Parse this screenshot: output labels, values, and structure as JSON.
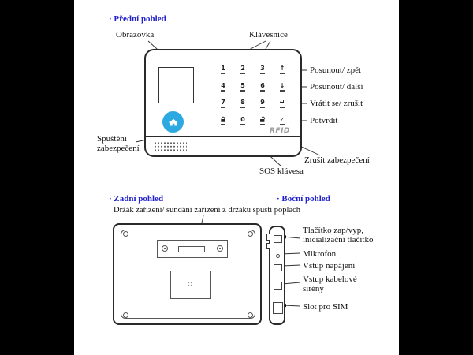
{
  "front": {
    "title": "· Přední pohled",
    "labels": {
      "screen": "Obrazovka",
      "keypad": "Klávesnice",
      "arm": "Spuštění zabezpečení",
      "disarm": "Zrušit zabezpečení",
      "sos": "SOS klávesa"
    },
    "callouts": {
      "up": "Posunout/ zpět",
      "down": "Posunout/ další",
      "back": "Vrátit se/ zrušit",
      "confirm": "Potvrdit"
    },
    "keypad": {
      "r1": [
        "1",
        "2",
        "3",
        "↑"
      ],
      "r2": [
        "4",
        "5",
        "6",
        "↓"
      ],
      "r3": [
        "7",
        "8",
        "9",
        "↵"
      ],
      "r4_zero": "0",
      "r4_confirm": "✓",
      "icons": {
        "arm": "lock-icon",
        "disarm": "unlock-icon"
      }
    },
    "device": {
      "rfid": "RFID",
      "home_icon": "home-icon"
    }
  },
  "rear": {
    "title": "· Zadní pohled",
    "description": "Držák zařízení/ sundání zařízení z držáku spustí poplach"
  },
  "side": {
    "title": "· Boční pohled",
    "callouts": {
      "power_button": "Tlačítko zap/vyp, inicializační tlačítko",
      "mic": "Mikrofon",
      "power_in": "Vstup napájení",
      "siren": "Vstup kabelové sirény",
      "sim": "Slot pro SIM"
    }
  },
  "colors": {
    "accent_blue": "#2222cc",
    "home_button_blue": "#2BA9E0",
    "rfid_gray": "#9a9a9a"
  }
}
